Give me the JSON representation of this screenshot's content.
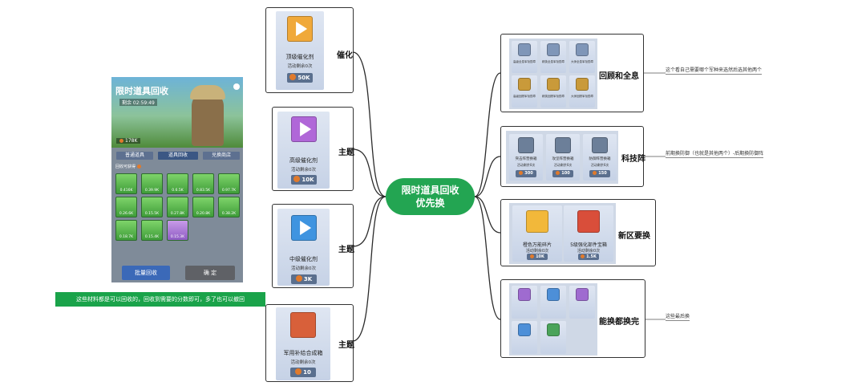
{
  "center": {
    "line1": "限时道具回收",
    "line2": "优先换"
  },
  "left": {
    "catalyst": {
      "label": "催化",
      "item": "顶级催化剂",
      "remain": "活动剩余0次",
      "price": "50K",
      "color": "#f0a93a"
    },
    "advanced": {
      "label": "主题",
      "item": "高级催化剂",
      "remain": "活动剩余0次",
      "price": "10K",
      "color": "#b067d8"
    },
    "mid": {
      "label": "主题",
      "item": "中级催化剂",
      "remain": "活动剩余0次",
      "price": "3K",
      "color": "#3f94e0"
    },
    "supply": {
      "label": "主题",
      "item": "军用补给合成箱",
      "remain": "活动剩余0次",
      "price": "10",
      "color": "#d8603a"
    }
  },
  "right": {
    "holo": {
      "label": "回顾和全息",
      "note": "这个看自己需要哪个军种来选然后选其他两个",
      "cards": [
        "高级全息军衔勋章",
        "精英全息军衔勋章",
        "大师全息军衔勋章",
        "高级回顾军衔勋章",
        "精英回顾军衔勋章",
        "大师回顾军衔勋章"
      ]
    },
    "tech": {
      "label": "科技阵",
      "note": "前期换防御（也就是其他两个）-后期换防御阵",
      "cards": [
        {
          "name": "突击阵营换箱",
          "sub": "活动剩余0次",
          "price": "300"
        },
        {
          "name": "攻坚阵营换箱",
          "sub": "活动剩余0次",
          "price": "100"
        },
        {
          "name": "防御阵营换箱",
          "sub": "活动剩余0次",
          "price": "150"
        }
      ]
    },
    "region": {
      "label": "新区要换",
      "cards": [
        {
          "name": "橙色万能碎片",
          "sub": "活动剩余0次",
          "price": "10K"
        },
        {
          "name": "5级强化部件宝箱",
          "sub": "活动剩余0次",
          "price": "1.5K"
        }
      ]
    },
    "last": {
      "label": "能换都换完",
      "note": "这些最后换"
    }
  },
  "banner": "这些材料都是可以回收的，回收到需要的分数即可，多了也可以撤回",
  "phone": {
    "title": "限时道具回收",
    "timer": "剩余 02:59:49",
    "coins": "178K",
    "tabs": [
      "普通道具",
      "道具回收",
      "兑换商店"
    ],
    "subtitle": "回收可获得",
    "resources": [
      "0.416K",
      "0.39.9K",
      "0.6.5K",
      "0.83.5K",
      "0.97.7K",
      "0.26.6K",
      "0.15.5K",
      "0.27.8K",
      "0.20.8K",
      "0.38.2K",
      "0.18.7K",
      "0.15.4K",
      "0.15.3K"
    ],
    "btn_recycle": "批量回收",
    "btn_confirm": "确 定"
  }
}
